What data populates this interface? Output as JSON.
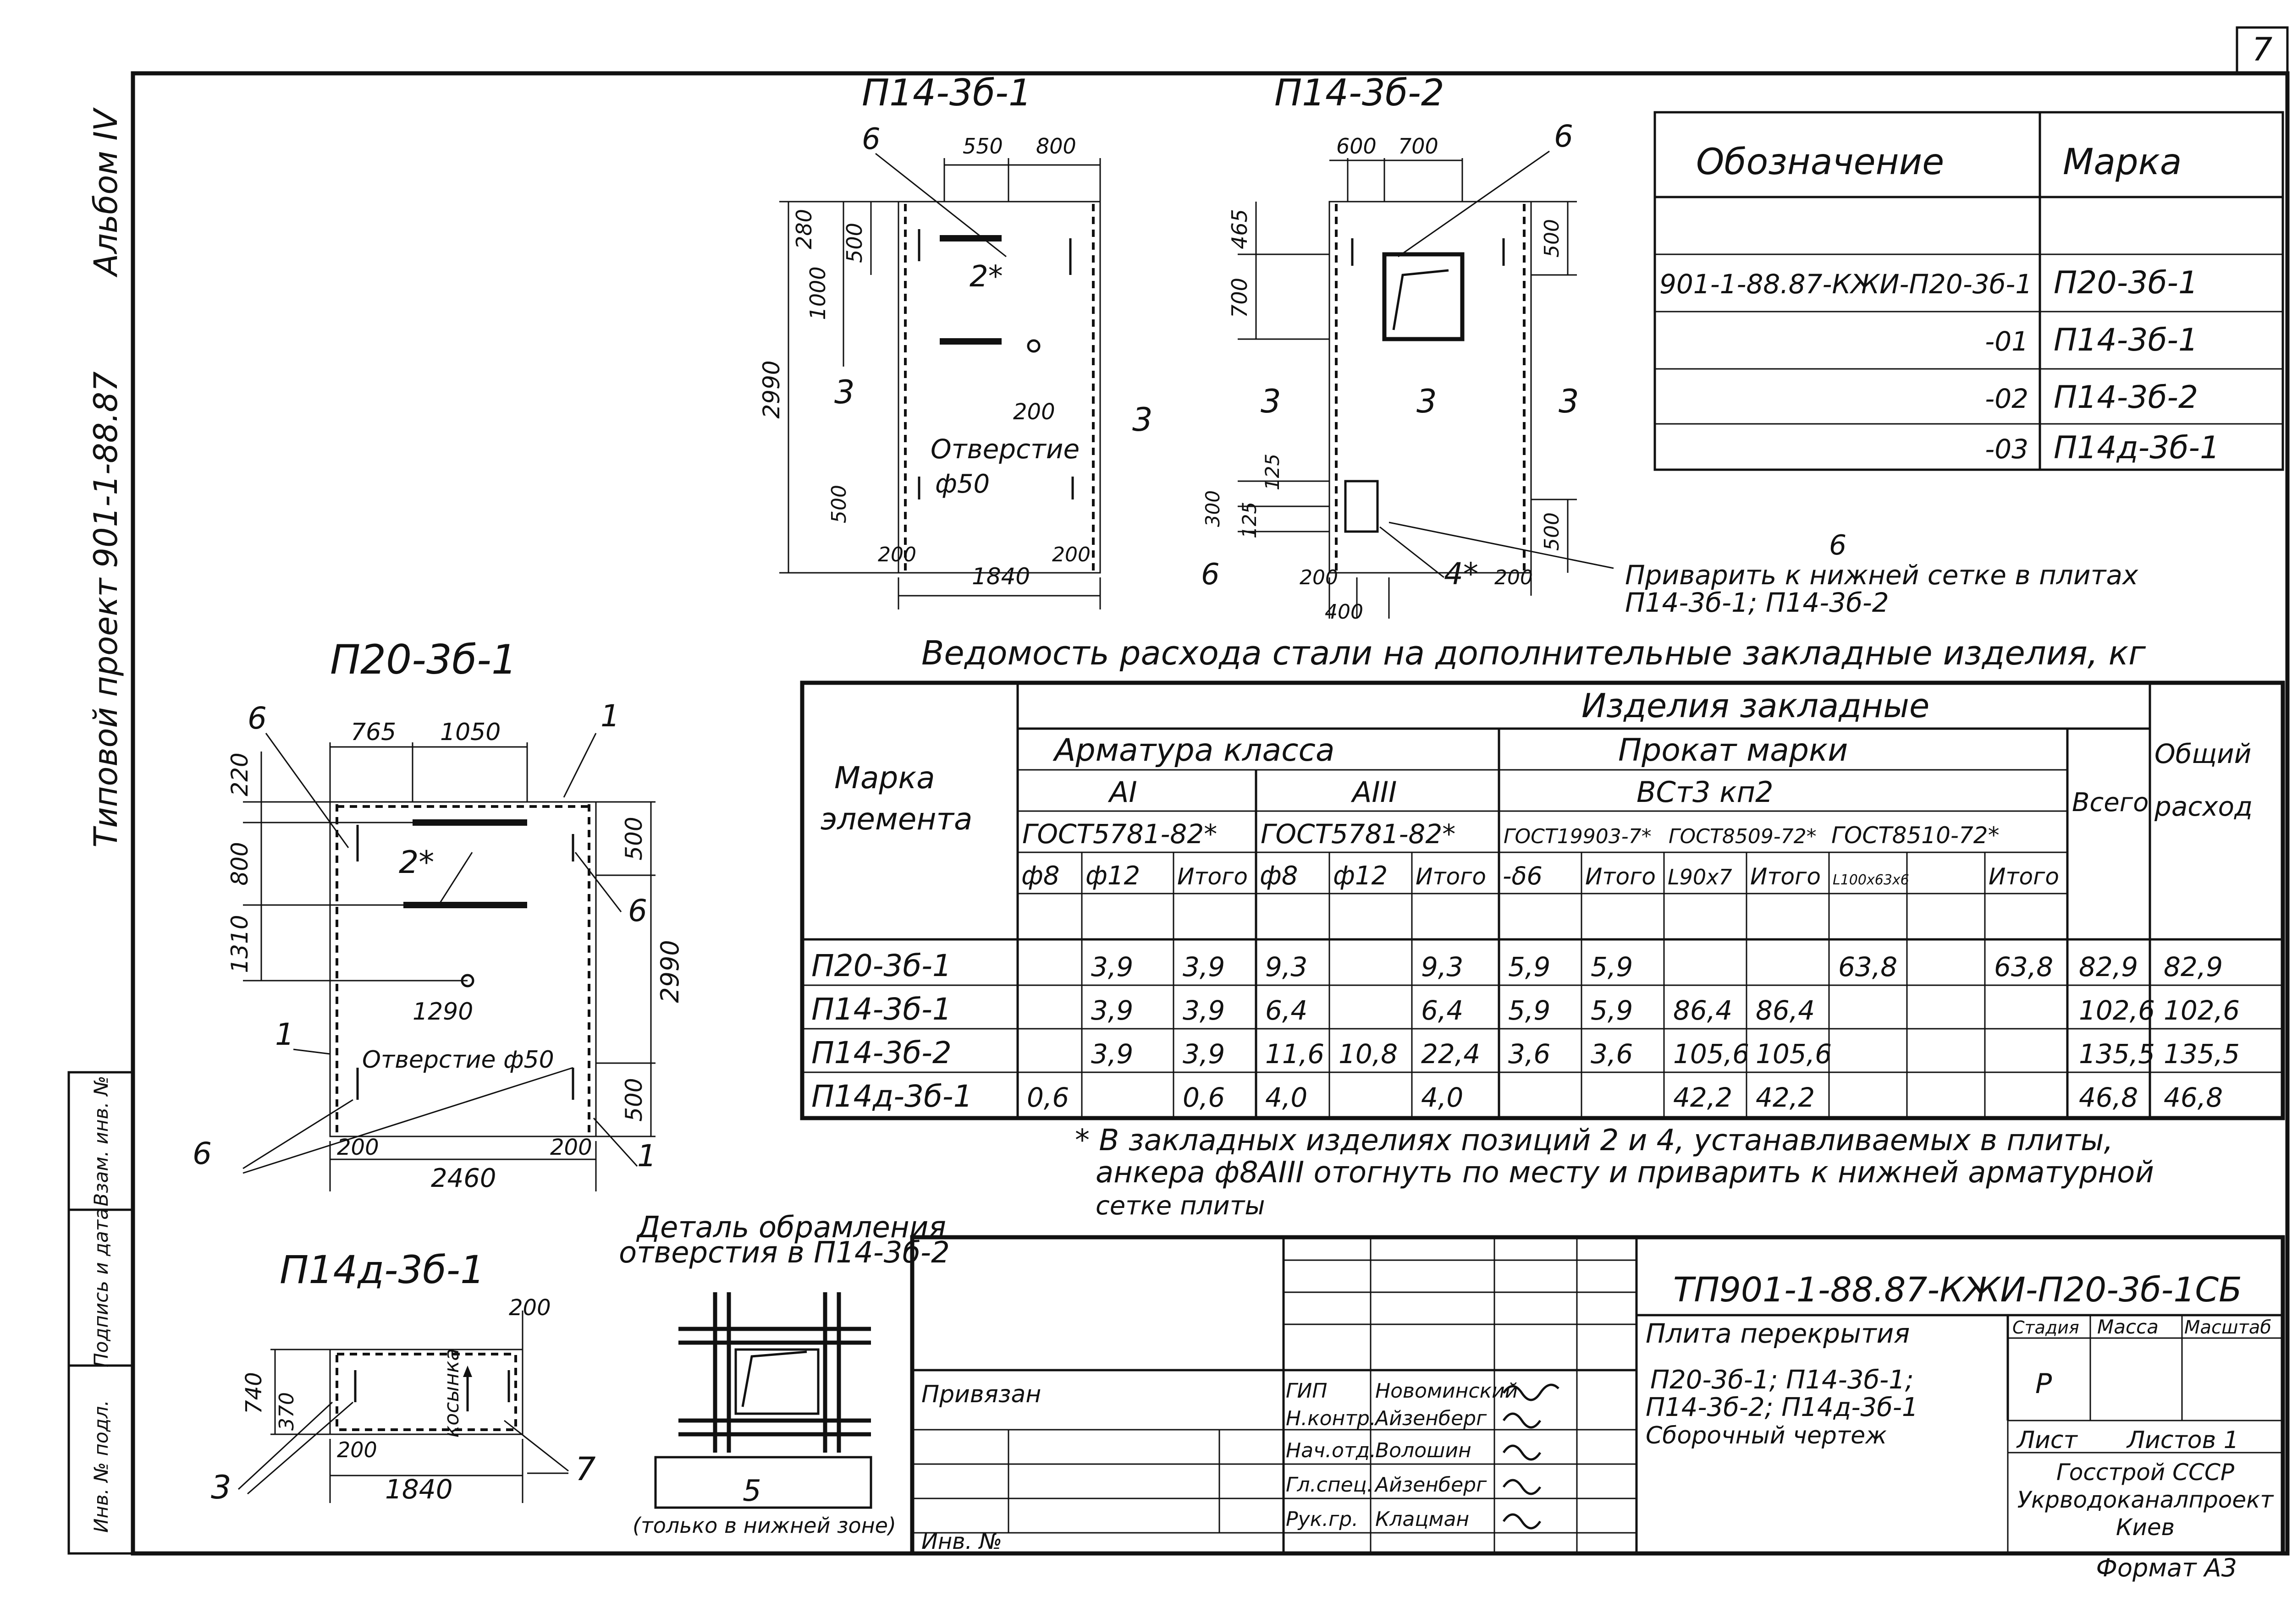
{
  "sheet": {
    "page_number": "7",
    "album": "Альбом IV",
    "project": "Типовой проект 901-1-88.87",
    "format": "Формат А3"
  },
  "side_stamp": {
    "inv_podl": "Инв. № подл.",
    "podpis": "Подпись и дата",
    "vzam": "Взам. инв. №"
  },
  "drawings": {
    "p14_1": {
      "title": "П14-3б-1",
      "dims": [
        "550",
        "800",
        "280",
        "500",
        "1000",
        "2990",
        "200",
        "500",
        "200",
        "1840",
        "200"
      ],
      "labels": [
        "6",
        "2*",
        "3",
        "3",
        "6"
      ],
      "hole": "Отверстие",
      "hole_d": "ф50"
    },
    "p14_2": {
      "title": "П14-3б-2",
      "dims": [
        "600",
        "700",
        "465",
        "700",
        "500",
        "125",
        "125",
        "300",
        "500",
        "200",
        "400",
        "200"
      ],
      "labels": [
        "6",
        "3",
        "3",
        "3",
        "4*"
      ]
    },
    "p20": {
      "title": "П20-3б-1",
      "dims": [
        "765",
        "1050",
        "220",
        "800",
        "1310",
        "500",
        "2990",
        "1290",
        "500",
        "200",
        "200",
        "2460"
      ],
      "labels": [
        "6",
        "1",
        "2*",
        "6",
        "1",
        "6",
        "1"
      ],
      "hole": "Отверстие ф50"
    },
    "p14d": {
      "title": "П14д-3б-1",
      "dims": [
        "200",
        "740",
        "370",
        "200",
        "1840"
      ],
      "labels": [
        "3",
        "7"
      ],
      "kosynka": "косынка"
    },
    "detail": {
      "title_line1": "Деталь обрамления",
      "title_line2": "отверстия в П14-3б-2",
      "label": "5",
      "note": "(только в нижней зоне)"
    }
  },
  "designation_table": {
    "headers": [
      "Обозначение",
      "Марка"
    ],
    "rows": [
      [
        "901-1-88.87-КЖИ-П20-3б-1",
        "П20-3б-1"
      ],
      [
        "-01",
        "П14-3б-1"
      ],
      [
        "-02",
        "П14-3б-2"
      ],
      [
        "-03",
        "П14д-3б-1"
      ]
    ]
  },
  "weld_note": {
    "num": "6",
    "line1": "Приварить к нижней сетке в плитах",
    "line2": "П14-3б-1; П14-3б-2"
  },
  "steel_table": {
    "title": "Ведомость расхода стали на дополнительные закладные изделия, кг",
    "h_mark": "Марка элемента",
    "h_izdeliya": "Изделия закладные",
    "h_armatura": "Арматура класса",
    "h_AI": "АI",
    "h_AIII": "АIII",
    "h_prokat": "Прокат марки",
    "h_vst": "ВСт3 кп2",
    "h_total": "Всего",
    "h_overall": "Общий расход",
    "h_gost": [
      "ГОСТ5781-82*",
      "ГОСТ5781-82*",
      "ГОСТ19903-7*",
      "ГОСТ8509-72*",
      "ГОСТ8510-72*"
    ],
    "h_sub": [
      "ф8",
      "ф12",
      "Итого",
      "ф8",
      "ф12",
      "Итого",
      "-δ6",
      "Итого",
      "L90x7",
      "Итого",
      "L100x63x6",
      "",
      "Итого"
    ],
    "rows": [
      [
        "П20-3б-1",
        "",
        "3,9",
        "3,9",
        "9,3",
        "",
        "9,3",
        "5,9",
        "5,9",
        "",
        "",
        "63,8",
        "",
        "63,8",
        "82,9",
        "82,9"
      ],
      [
        "П14-3б-1",
        "",
        "3,9",
        "3,9",
        "6,4",
        "",
        "6,4",
        "5,9",
        "5,9",
        "86,4",
        "86,4",
        "",
        "",
        "",
        "102,6",
        "102,6"
      ],
      [
        "П14-3б-2",
        "",
        "3,9",
        "3,9",
        "11,6",
        "10,8",
        "22,4",
        "3,6",
        "3,6",
        "105,6",
        "105,6",
        "",
        "",
        "",
        "135,5",
        "135,5"
      ],
      [
        "П14д-3б-1",
        "0,6",
        "",
        "0,6",
        "4,0",
        "",
        "4,0",
        "",
        "",
        "42,2",
        "42,2",
        "",
        "",
        "",
        "46,8",
        "46,8"
      ]
    ]
  },
  "footnote": {
    "line1": "* В закладных изделиях позиций 2 и 4, устанавливаемых в плиты,",
    "line2": "анкера ф8АIII отогнуть по месту и приварить к нижней арматурной",
    "line3": "сетке плиты"
  },
  "title_block": {
    "privyazan": "Привязан",
    "inv": "Инв. №",
    "doc_code": "ТП901-1-88.87-КЖИ-П20-3б-1СБ",
    "name_line1": "Плита перекрытия",
    "name_line2": "П20-3б-1; П14-3б-1;",
    "name_line3": "П14-3б-2; П14д-3б-1",
    "name_line4": "Сборочный чертеж",
    "col_stage": "Стадия",
    "col_mass": "Масса",
    "col_scale": "Масштаб",
    "stage_val": "Р",
    "sheet_label": "Лист",
    "sheets_label": "Листов 1",
    "org1": "Госстрой СССР",
    "org2": "Укрводоканалпроект",
    "org3": "Киев",
    "signers": [
      {
        "role": "ГИП",
        "name": "Новоминский"
      },
      {
        "role": "Н.контр.",
        "name": "Айзенберг"
      },
      {
        "role": "Нач.отд.",
        "name": "Волошин"
      },
      {
        "role": "Гл.спец.",
        "name": "Айзенберг"
      },
      {
        "role": "Рук.гр.",
        "name": "Клацман"
      }
    ]
  }
}
